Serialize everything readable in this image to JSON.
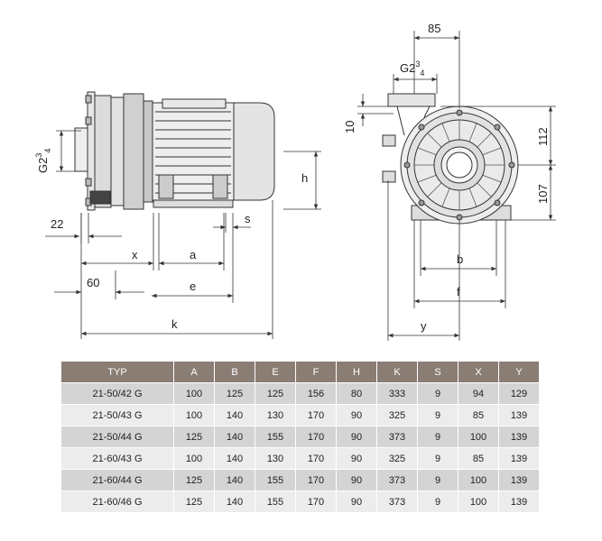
{
  "drawing": {
    "side_view": {
      "thread_label": "G2",
      "thread_sup": "3",
      "thread_sub": "4",
      "dims": {
        "d22": "22",
        "d60": "60",
        "x": "x",
        "a": "a",
        "e": "e",
        "k": "k",
        "h": "h",
        "s": "s"
      }
    },
    "front_view": {
      "thread_label": "G2",
      "thread_sup": "3",
      "thread_sub": "4",
      "dims": {
        "d85": "85",
        "d10": "10",
        "d112": "112",
        "d107": "107",
        "b": "b",
        "f": "f",
        "y": "y"
      }
    }
  },
  "table": {
    "headers": [
      "TYP",
      "A",
      "B",
      "E",
      "F",
      "H",
      "K",
      "S",
      "X",
      "Y"
    ],
    "rows": [
      [
        "21-50/42 G",
        "100",
        "125",
        "125",
        "156",
        "80",
        "333",
        "9",
        "94",
        "129"
      ],
      [
        "21-50/43 G",
        "100",
        "140",
        "130",
        "170",
        "90",
        "325",
        "9",
        "85",
        "139"
      ],
      [
        "21-50/44 G",
        "125",
        "140",
        "155",
        "170",
        "90",
        "373",
        "9",
        "100",
        "139"
      ],
      [
        "21-60/43 G",
        "100",
        "140",
        "130",
        "170",
        "90",
        "325",
        "9",
        "85",
        "139"
      ],
      [
        "21-60/44 G",
        "125",
        "140",
        "155",
        "170",
        "90",
        "373",
        "9",
        "100",
        "139"
      ],
      [
        "21-60/46 G",
        "125",
        "140",
        "155",
        "170",
        "90",
        "373",
        "9",
        "100",
        "139"
      ]
    ]
  },
  "colors": {
    "header_bg": "#8a7d74",
    "row_dark": "#d4d4d4",
    "row_light": "#ececec",
    "line": "#333333"
  }
}
